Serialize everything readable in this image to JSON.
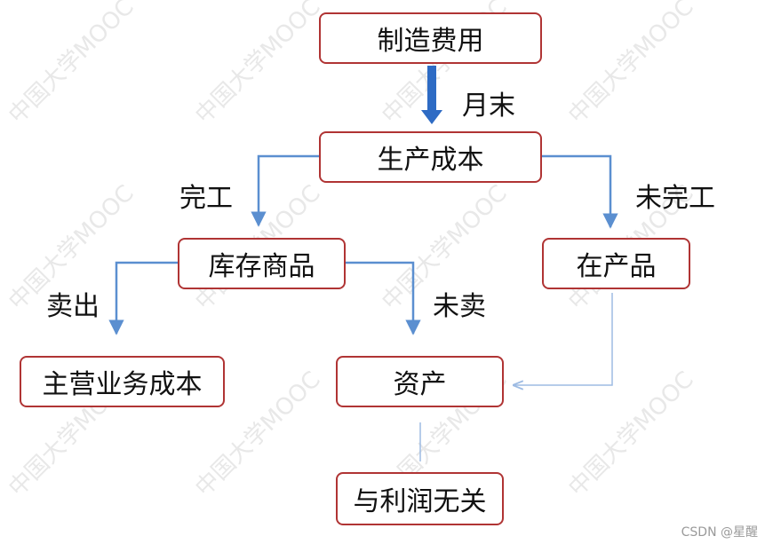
{
  "watermark": "中国大学MOOC",
  "credit": "CSDN @星醒",
  "nodes": {
    "manufacturing_overhead": "制造费用",
    "production_cost": "生产成本",
    "inventory_goods": "库存商品",
    "work_in_progress": "在产品",
    "main_business_cost": "主营业务成本",
    "assets": "资产",
    "unrelated_to_profit": "与利润无关"
  },
  "edge_labels": {
    "month_end": "月末",
    "completed": "完工",
    "not_completed": "未完工",
    "sold": "卖出",
    "not_sold": "未卖"
  },
  "colors": {
    "node_border": "#b03434",
    "arrow_main": "#2e6bc4",
    "arrow": "#5b8fd0",
    "arrow_light": "#9dbbe3"
  }
}
